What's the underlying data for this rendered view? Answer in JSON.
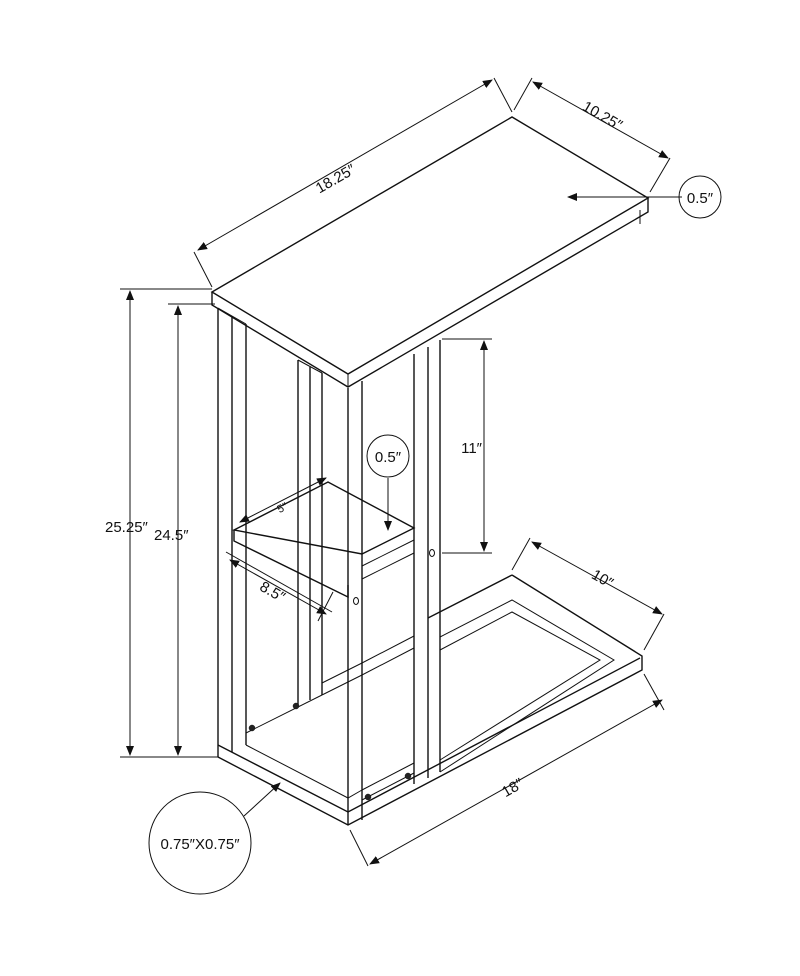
{
  "dimensions": {
    "top_length": "18.25″",
    "top_depth": "10.25″",
    "top_thickness": "0.5″",
    "total_height": "25.25″",
    "frame_height": "24.5″",
    "upper_opening": "11″",
    "shelf_thickness": "0.5″",
    "shelf_width": "5″",
    "shelf_depth": "8.5″",
    "base_depth": "10″",
    "base_length": "18″",
    "leg_profile": "0.75″X0.75″"
  },
  "colors": {
    "line": "#111111",
    "background": "#ffffff"
  }
}
